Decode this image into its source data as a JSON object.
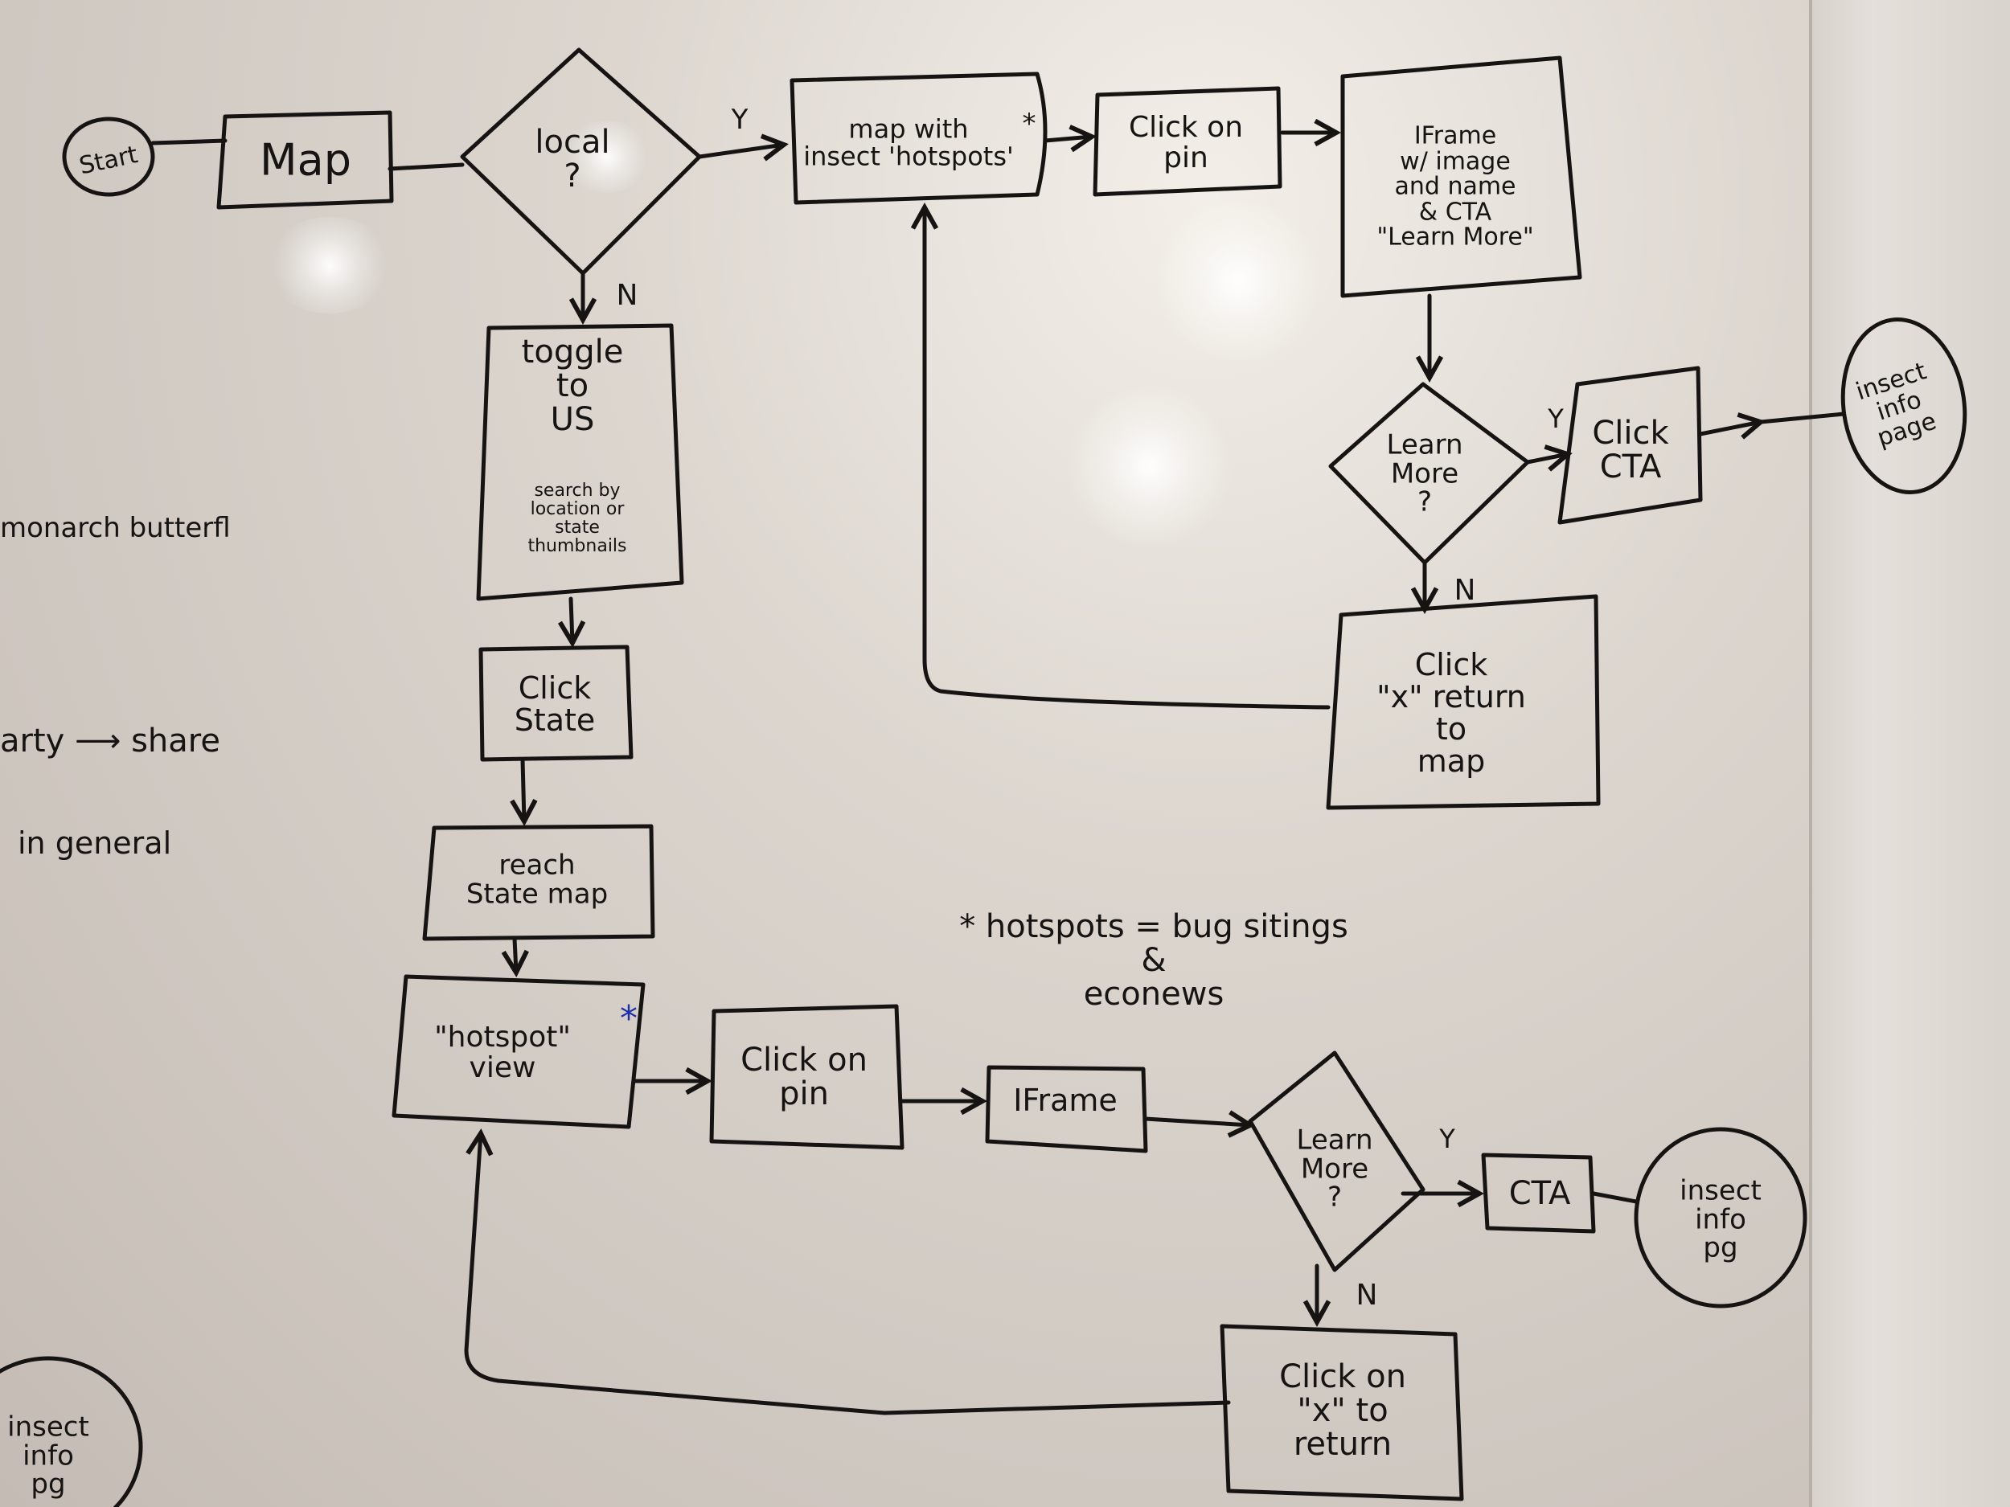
{
  "nodes": {
    "start": "Start",
    "map": "Map",
    "local": "local\n?",
    "map_hotspots": "map with\ninsect 'hotspots'",
    "map_hotspots_star": "*",
    "click_pin_top": "Click on\npin",
    "iframe_top": "IFrame\nw/ image\nand name\n& CTA\n\"Learn More\"",
    "learn_more_top": "Learn\nMore\n?",
    "click_cta_top": "Click\nCTA",
    "insect_info_page_top": "insect\ninfo\npage",
    "click_x_return_map": "Click\n\"x\" return\nto\nmap",
    "toggle_us": "toggle\nto\nUS",
    "toggle_us_sub": "search by\nlocation or\nstate\nthumbnails",
    "click_state": "Click\nState",
    "reach_state_map": "reach\nState map",
    "hotspot_view": "\"hotspot\"\nview",
    "hotspot_view_star": "*",
    "click_pin_bottom": "Click on\npin",
    "iframe_bottom": "IFrame",
    "learn_more_bottom": "Learn\nMore\n?",
    "cta_bottom": "CTA",
    "insect_info_pg_bottom": "insect\ninfo\npg",
    "click_x_return": "Click on\n\"x\" to\nreturn",
    "insect_info_pg_corner": "insect\ninfo\npg"
  },
  "edge_labels": {
    "local_yes": "Y",
    "local_no": "N",
    "learn_top_yes": "Y",
    "learn_top_no": "N",
    "learn_bottom_yes": "Y",
    "learn_bottom_no": "N"
  },
  "notes": {
    "hotspots_def": "* hotspots = bug sitings\n&\neconews",
    "side_monarch": "monarch butterfl",
    "side_share": "arty ⟶ share",
    "side_general": "in general"
  }
}
